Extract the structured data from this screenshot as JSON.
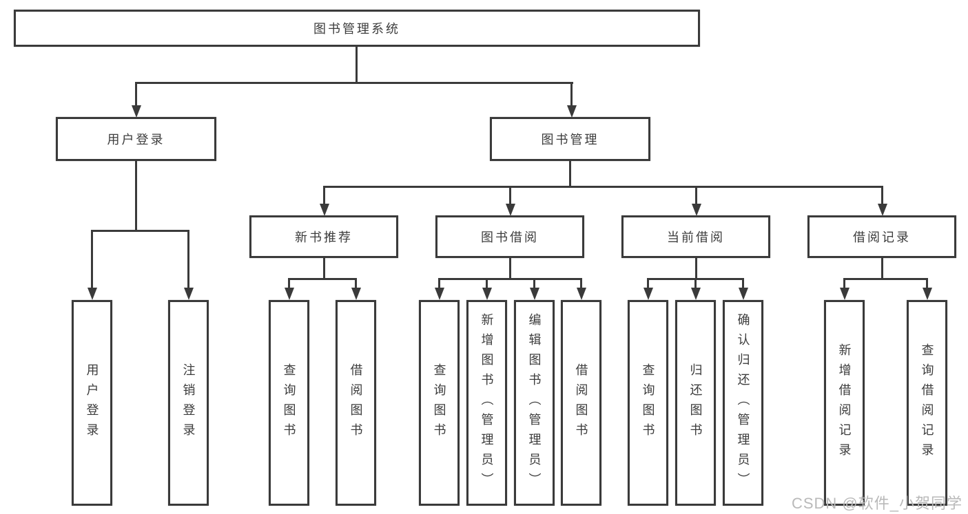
{
  "diagram": {
    "root": {
      "label": "图书管理系统"
    },
    "level2": [
      {
        "label": "用户登录"
      },
      {
        "label": "图书管理"
      }
    ],
    "level3": [
      {
        "label": "新书推荐",
        "parent": "图书管理"
      },
      {
        "label": "图书借阅",
        "parent": "图书管理"
      },
      {
        "label": "当前借阅",
        "parent": "图书管理"
      },
      {
        "label": "借阅记录",
        "parent": "图书管理"
      }
    ],
    "leaves": [
      {
        "label": "用户登录",
        "parent": "用户登录"
      },
      {
        "label": "注销登录",
        "parent": "用户登录"
      },
      {
        "label": "查询图书",
        "parent": "新书推荐"
      },
      {
        "label": "借阅图书",
        "parent": "新书推荐"
      },
      {
        "label": "查询图书",
        "parent": "图书借阅"
      },
      {
        "label": "新增图书（管理员）",
        "parent": "图书借阅"
      },
      {
        "label": "编辑图书（管理员）",
        "parent": "图书借阅"
      },
      {
        "label": "借阅图书",
        "parent": "图书借阅"
      },
      {
        "label": "查询图书",
        "parent": "当前借阅"
      },
      {
        "label": "归还图书",
        "parent": "当前借阅"
      },
      {
        "label": "确认归还（管理员）",
        "parent": "当前借阅"
      },
      {
        "label": "新增借阅记录",
        "parent": "借阅记录"
      },
      {
        "label": "查询借阅记录",
        "parent": "借阅记录"
      }
    ]
  },
  "watermark": {
    "text": "CSDN @软件_小贺同学"
  },
  "colors": {
    "line": "#3a3a3a",
    "text": "#3c3c3c",
    "watermark": "#b9b9b9",
    "background": "#ffffff"
  }
}
